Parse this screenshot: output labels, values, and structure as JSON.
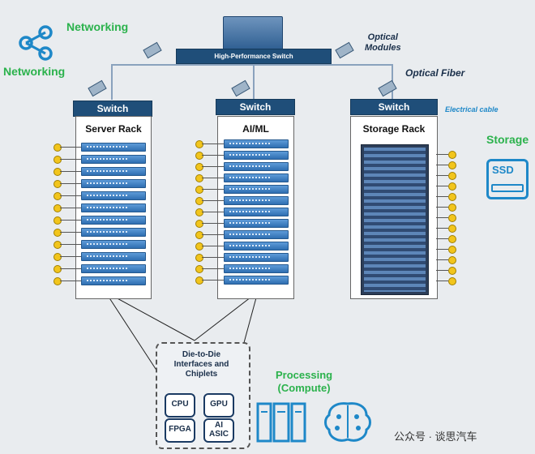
{
  "labels": {
    "networking_top": "Networking",
    "networking_left": "Networking",
    "hps": "High-Performance Switch",
    "optical_modules": "Optical\nModules",
    "optical_fiber": "Optical Fiber",
    "switch": "Switch",
    "electrical_cable": "Electrical cable",
    "server_rack": "Server Rack",
    "aiml": "AI/ML",
    "storage_rack": "Storage Rack",
    "storage": "Storage",
    "ssd": "SSD",
    "die_to_die": "Die-to-Die\nInterfaces and\nChiplets",
    "cpu": "CPU",
    "gpu": "GPU",
    "fpga": "FPGA",
    "ai_asic": "AI\nASIC",
    "processing": "Processing\n(Compute)",
    "watermark": "公众号 · 谈思汽车"
  },
  "colors": {
    "accent_green": "#2bb24c",
    "switch_blue": "#1f4e79",
    "server_blue": "#2f6fb2",
    "connector_yellow": "#f2c51c",
    "cable_blue": "#1e88c8"
  }
}
